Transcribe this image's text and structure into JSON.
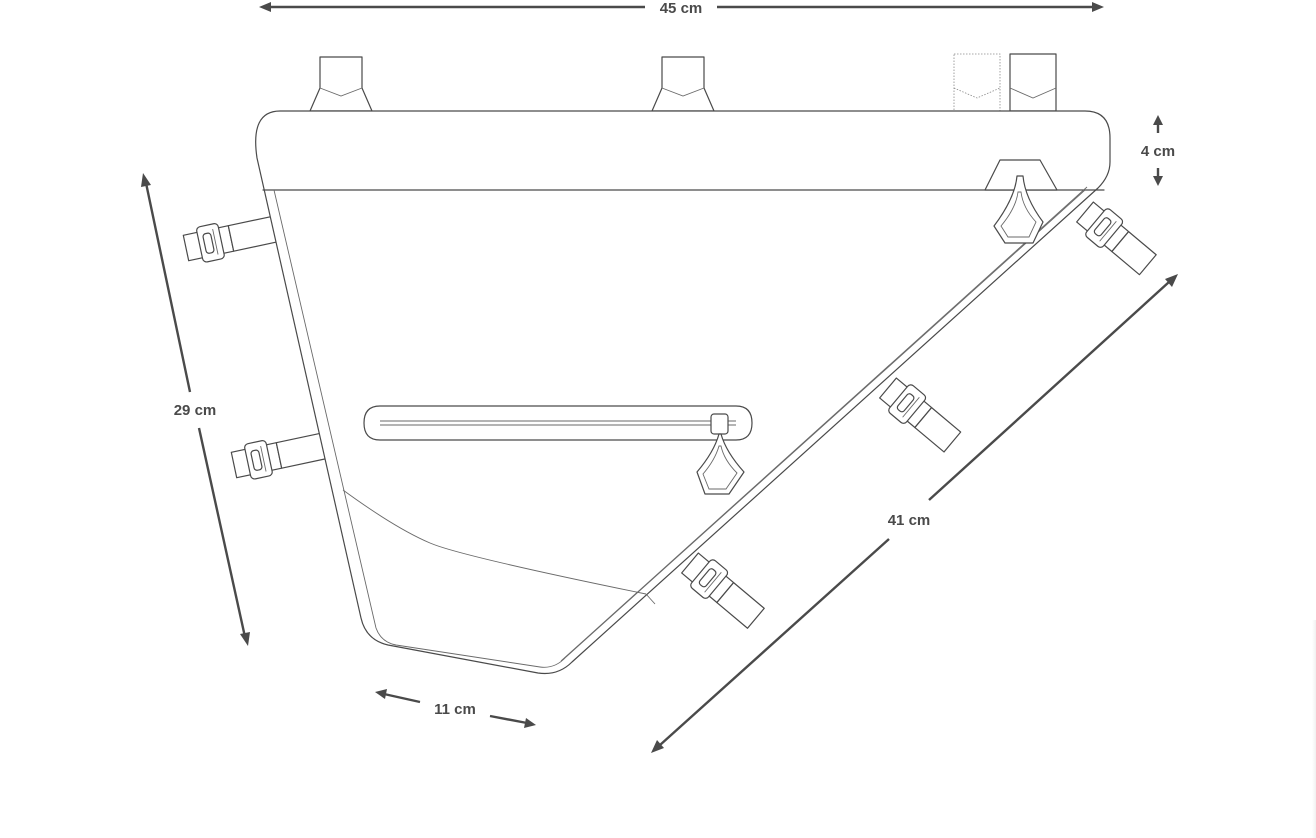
{
  "dimensions": {
    "width_top": "45 cm",
    "height_left": "29 cm",
    "diagonal": "41 cm",
    "bottom": "11 cm",
    "depth": "4 cm"
  },
  "colors": {
    "line": "#4a4a4a",
    "background": "#ffffff"
  },
  "icons": {
    "bag": "frame-bag-icon",
    "strap": "velcro-strap-icon",
    "zipper": "zipper-pull-icon"
  }
}
